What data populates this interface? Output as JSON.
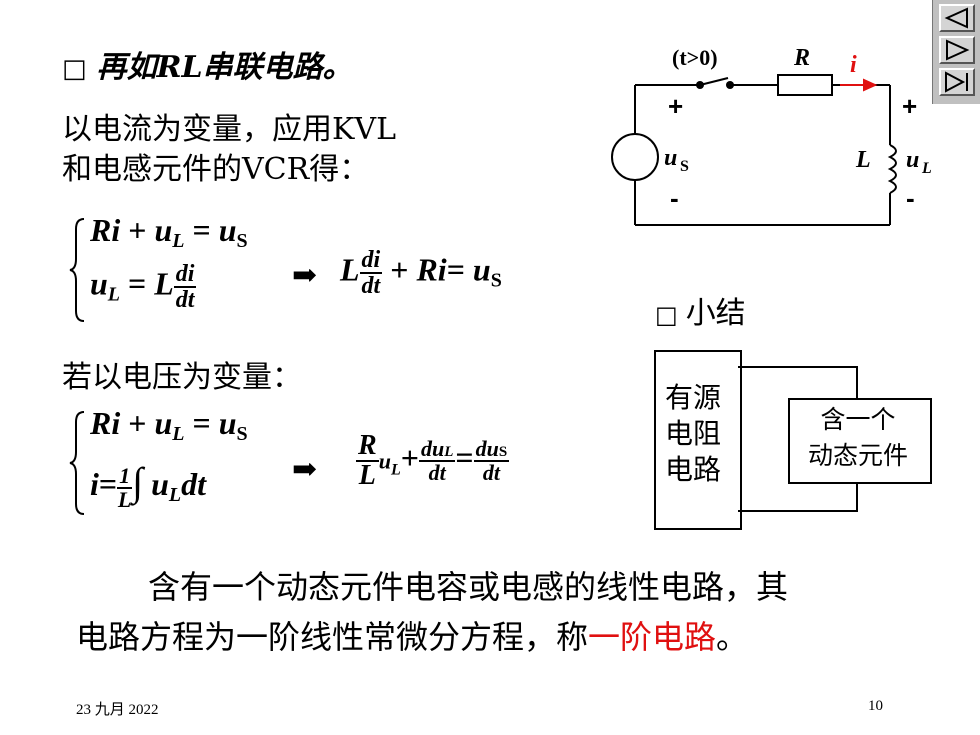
{
  "title": {
    "marker": "□",
    "text": "再如RL串联电路。"
  },
  "intro": {
    "line1": "以电流为变量，应用KVL",
    "line2": "和电感元件的VCR得："
  },
  "circuit": {
    "switch_label": "(t>0)",
    "resistor_label": "R",
    "current_label": "i",
    "source_label": "u",
    "source_sub": "S",
    "inductor_label": "L",
    "inductor_voltage": "u",
    "inductor_voltage_sub": "L",
    "plus": "+",
    "minus": "-"
  },
  "equations1": {
    "row1": {
      "a": "Ri",
      "plus": "+",
      "b": "u",
      "b_sub": "L",
      "eq": "=",
      "c": "u",
      "c_sub": "S"
    },
    "row2": {
      "a": "u",
      "a_sub": "L",
      "eq": "=",
      "coef": "L",
      "num": "di",
      "den": "dt"
    },
    "arrow": "➡",
    "result": {
      "coef": "L",
      "num": "di",
      "den": "dt",
      "plus": "+",
      "b": "Ri",
      "eq": "=",
      "c": "u",
      "c_sub": "S"
    }
  },
  "voltage_intro": "若以电压为变量：",
  "equations2": {
    "row1": {
      "a": "Ri",
      "plus": "+",
      "b": "u",
      "b_sub": "L",
      "eq": "=",
      "c": "u",
      "c_sub": "S"
    },
    "row2": {
      "a": "i",
      "eq": "=",
      "num": "1",
      "den": "L",
      "integral": "∫",
      "body": "u",
      "body_sub": "L",
      "tail": "dt"
    },
    "arrow": "➡",
    "result": {
      "num1": "R",
      "den1": "L",
      "u": "u",
      "u_sub": "L",
      "plus": "+",
      "num2": "du",
      "num2_sub": "L",
      "den2": "dt",
      "eq": "=",
      "num3": "du",
      "num3_sub": "S",
      "den3": "dt"
    }
  },
  "summary": {
    "marker": "□",
    "label": "小结",
    "outer_box": [
      "有源",
      "电阻",
      "电路"
    ],
    "inner_box": [
      "含一个",
      "动态元件"
    ]
  },
  "conclusion": {
    "line1": "含有一个动态元件电容或电感的线性电路，其",
    "line2_prefix": "电路方程为一阶线性常微分方程，称",
    "line2_highlight": "一阶电路",
    "line2_suffix": "。"
  },
  "footer": {
    "date": "23 九月 2022",
    "page": "10"
  },
  "nav": {
    "prev_icon": "triangle-left",
    "next_icon": "triangle-right",
    "end_icon": "triangle-right-bar"
  },
  "colors": {
    "highlight": "#e01010",
    "nav_bg": "#c0c0c0"
  }
}
